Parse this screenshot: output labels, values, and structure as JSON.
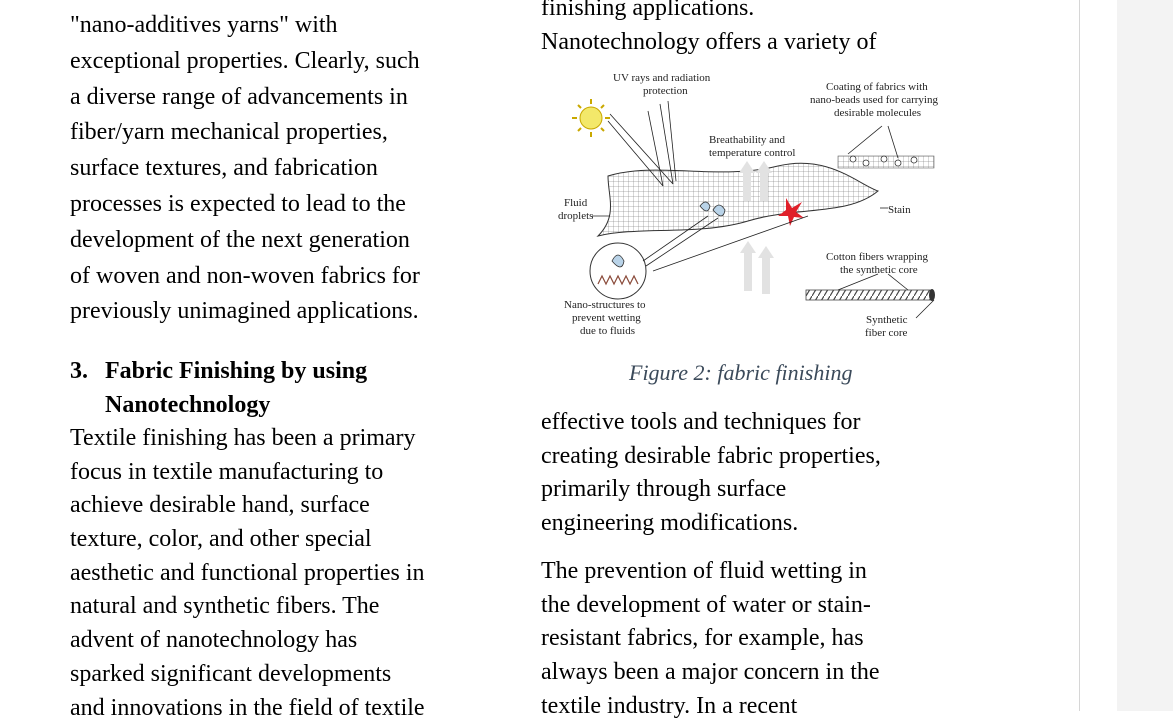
{
  "left_column": {
    "top_lines": [
      "\"nano-additives yarns\" with",
      "exceptional properties. Clearly, such",
      "a diverse range of advancements in",
      "fiber/yarn mechanical properties,",
      "surface textures, and fabrication",
      "processes is expected to lead to the",
      "development of the next generation",
      "of woven and non-woven fabrics for",
      "previously unimagined applications."
    ],
    "heading_number": "3.",
    "heading_lines": [
      "Fabric Finishing by using",
      "Nanotechnology"
    ],
    "body_lines": [
      "Textile finishing has been a primary",
      "focus in textile manufacturing to",
      "achieve desirable hand, surface",
      "texture, color, and other special",
      "aesthetic and functional properties in",
      "natural and synthetic fibers. The",
      "advent of nanotechnology has",
      "sparked significant developments",
      "and innovations in the field of textile"
    ]
  },
  "right_column": {
    "top_lines": [
      "finishing applications.",
      "Nanotechnology offers a variety of"
    ],
    "figure": {
      "labels": {
        "uv": [
          "UV rays and radiation",
          "protection"
        ],
        "coating": [
          "Coating of fabrics with",
          "nano-beads used for carrying",
          "desirable molecules"
        ],
        "breath": [
          "Breathability and",
          "temperature control"
        ],
        "fluid": [
          "Fluid",
          "droplets"
        ],
        "stain": "Stain",
        "cotton": [
          "Cotton fibers wrapping",
          "the synthetic core"
        ],
        "nano": [
          "Nano-structures to",
          "prevent wetting",
          "due to fluids"
        ],
        "synthetic": [
          "Synthetic",
          "fiber core"
        ]
      }
    },
    "caption": "Figure 2: fabric finishing",
    "para1_lines": [
      "effective tools and techniques for",
      "creating desirable fabric properties,",
      "primarily through surface",
      "engineering modifications."
    ],
    "para2_lines": [
      "The prevention of fluid wetting in",
      "the development of water or stain-",
      "resistant fabrics, for example, has",
      "always been a major concern in the",
      "textile industry. In a recent"
    ]
  }
}
